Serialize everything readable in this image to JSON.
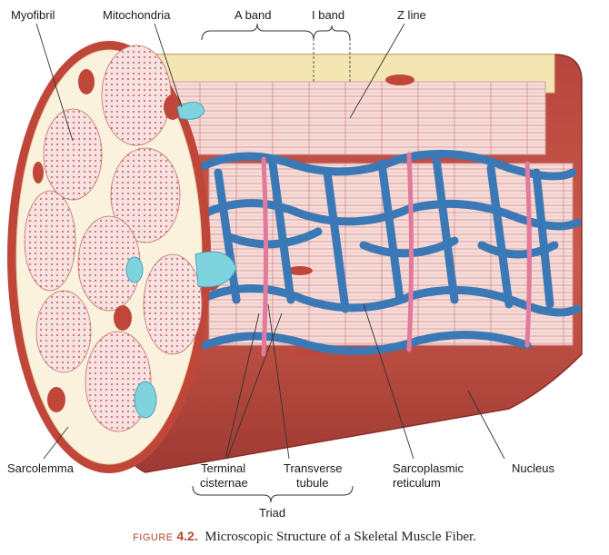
{
  "labels": {
    "myofibril": "Myofibril",
    "mitochondria": "Mitochondria",
    "a_band": "A band",
    "i_band": "I band",
    "z_line": "Z line",
    "sarcolemma": "Sarcolemma",
    "terminal_line1": "Terminal",
    "terminal_line2": "cisternae",
    "transverse_line1": "Transverse",
    "transverse_line2": "tubule",
    "sarcoplasmic_line1": "Sarcoplasmic",
    "sarcoplasmic_line2": "reticulum",
    "nucleus": "Nucleus",
    "triad": "Triad"
  },
  "caption": {
    "figure_word": "FIGURE",
    "figure_number": "4.2.",
    "text": "Microscopic Structure of a Skeletal Muscle Fiber."
  },
  "colors": {
    "sarcolemma_red": "#c0463a",
    "reticulum_blue": "#3a79b6",
    "t_tubule_pink": "#e27a9c",
    "myofibril_pink": "#f4d8d6",
    "mitochondria_cyan": "#7fd3df"
  }
}
